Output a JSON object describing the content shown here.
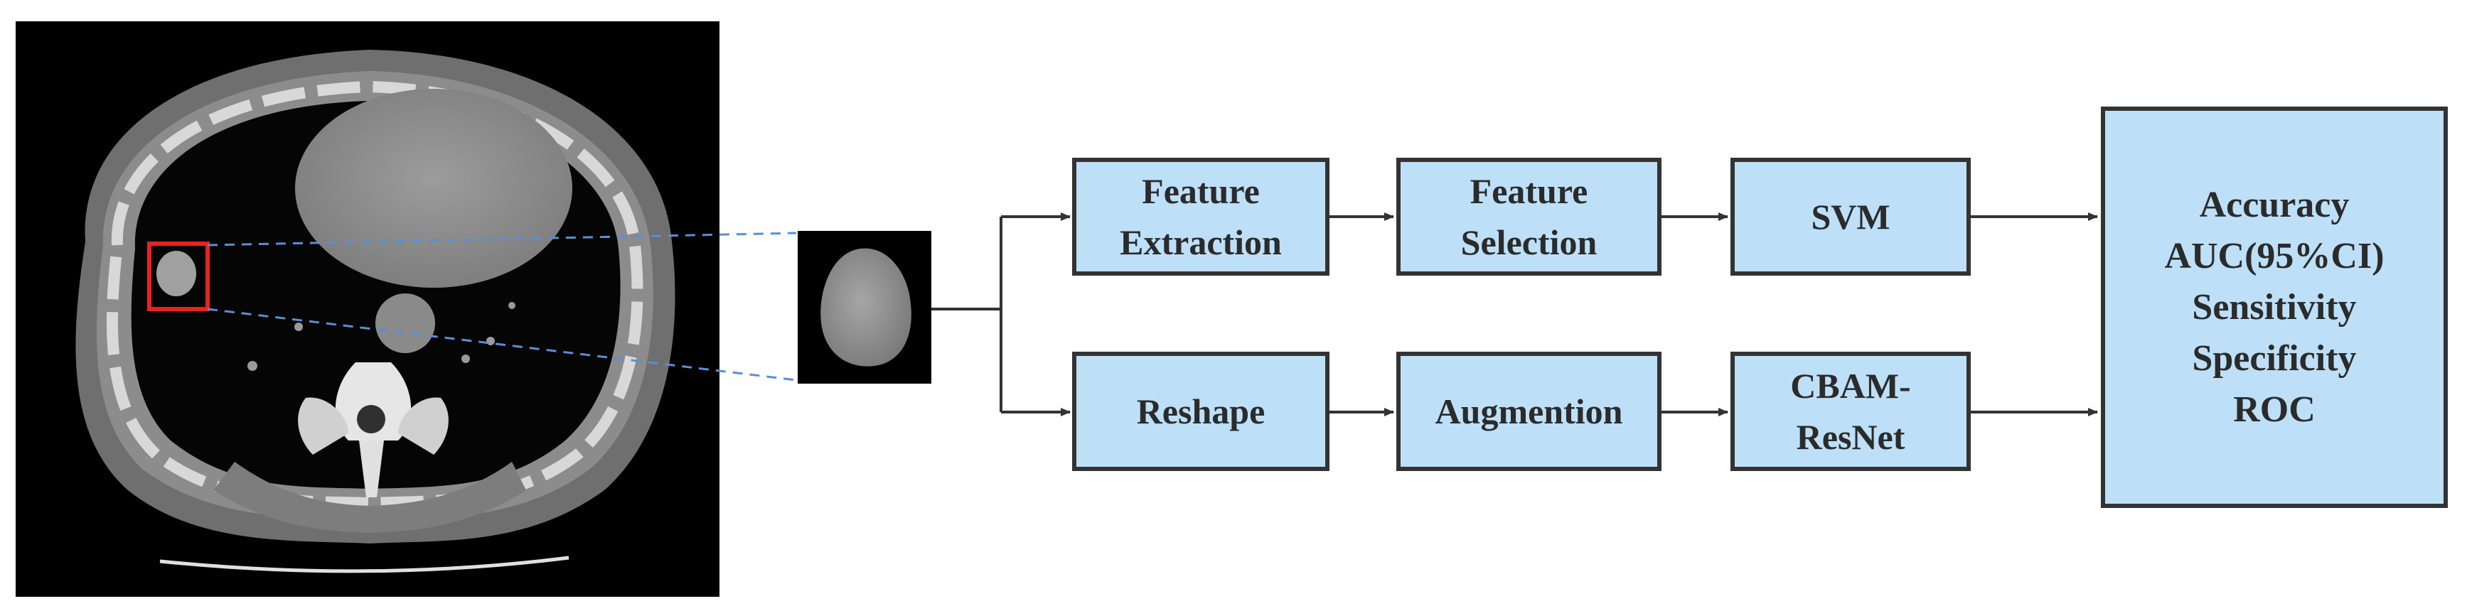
{
  "colors": {
    "box_fill": "#bde0f8",
    "box_border": "#333333",
    "text": "#2b2b2b",
    "arrow": "#333333",
    "roi_box": "#e8231f",
    "dashed_line": "#5a8fd6",
    "ct_background": "#000000"
  },
  "images": {
    "ct_scan": "chest-ct-axial-slice",
    "roi_crop": "cropped-lung-nodule"
  },
  "radiomics_branch": {
    "step1_line1": "Feature",
    "step1_line2": "Extraction",
    "step2_line1": "Feature",
    "step2_line2": "Selection",
    "step3": "SVM"
  },
  "deep_learning_branch": {
    "step1": "Reshape",
    "step2": "Augmention",
    "step3_line1": "CBAM-",
    "step3_line2": "ResNet"
  },
  "evaluation": {
    "metric1": "Accuracy",
    "metric2": "AUC(95%CI)",
    "metric3": "Sensitivity",
    "metric4": "Specificity",
    "metric5": "ROC"
  }
}
